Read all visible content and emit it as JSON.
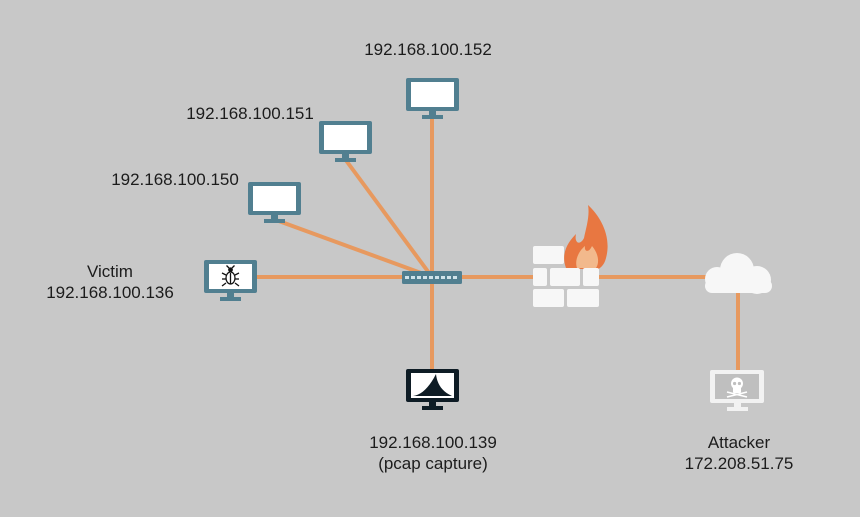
{
  "colors": {
    "background": "#c8c8c8",
    "link": "#e7995f",
    "workstation": "#517f90",
    "capture_host": "#0e1c25",
    "attacker_host": "#f2f2f2",
    "firewall_brick": "#f7f7f7",
    "flame_outer": "#e87741",
    "flame_inner": "#f2b98c",
    "cloud": "#f7f7f7",
    "switch": "#517f90"
  },
  "nodes": {
    "host_152": {
      "label": "192.168.100.152",
      "icon": "monitor-icon"
    },
    "host_151": {
      "label": "192.168.100.151",
      "icon": "monitor-icon"
    },
    "host_150": {
      "label": "192.168.100.150",
      "icon": "monitor-icon"
    },
    "victim": {
      "role": "Victim",
      "label": "192.168.100.136",
      "icon": "bug-monitor-icon"
    },
    "capture": {
      "label": "192.168.100.139",
      "note": "(pcap capture)",
      "icon": "shark-fin-monitor-icon"
    },
    "attacker": {
      "role": "Attacker",
      "label": "172.208.51.75",
      "icon": "skull-monitor-icon"
    },
    "switch": {
      "icon": "network-switch-icon"
    },
    "firewall": {
      "icon": "firewall-icon"
    },
    "internet": {
      "icon": "cloud-icon"
    }
  }
}
